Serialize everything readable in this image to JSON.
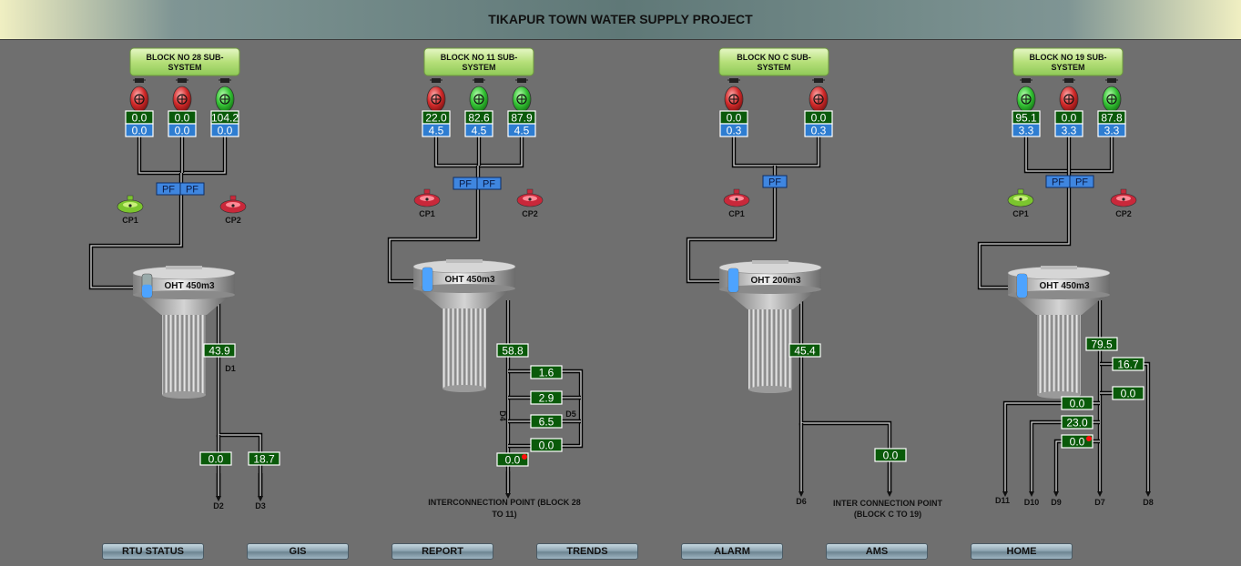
{
  "title": "TIKAPUR TOWN WATER SUPPLY PROJECT",
  "colors": {
    "run": "#35c335",
    "stop": "#d22a2a",
    "flow": "#0a5a0a",
    "pressure": "#2e7dd1",
    "pf": "#3f86e0"
  },
  "blocks": [
    {
      "label": "BLOCK NO 28 SUB-SYSTEM",
      "pumps": [
        {
          "status": "stop",
          "flow": "0.0",
          "pressure": "0.0"
        },
        {
          "status": "stop",
          "flow": "0.0",
          "pressure": "0.0"
        },
        {
          "status": "run",
          "flow": "104.2",
          "pressure": "0.0"
        }
      ],
      "pf": [
        "PF",
        "PF"
      ],
      "cps": [
        {
          "label": "CP1",
          "status": "run"
        },
        {
          "label": "CP2",
          "status": "stop"
        }
      ],
      "tank": {
        "label": "OHT 450m3",
        "level_pct": 55
      },
      "outlets": [
        {
          "value": "43.9",
          "label": "D1",
          "alarm": false
        },
        {
          "value": "0.0",
          "label": "D2",
          "alarm": false
        },
        {
          "value": "18.7",
          "label": "D3",
          "alarm": false
        }
      ]
    },
    {
      "label": "BLOCK NO 11 SUB-SYSTEM",
      "pumps": [
        {
          "status": "stop",
          "flow": "22.0",
          "pressure": "4.5"
        },
        {
          "status": "run",
          "flow": "82.6",
          "pressure": "4.5"
        },
        {
          "status": "run",
          "flow": "87.9",
          "pressure": "4.5"
        }
      ],
      "pf": [
        "PF",
        "PF"
      ],
      "cps": [
        {
          "label": "CP1",
          "status": "stop"
        },
        {
          "label": "CP2",
          "status": "stop"
        }
      ],
      "tank": {
        "label": "OHT 450m3",
        "level_pct": 100
      },
      "outlets": [
        {
          "value": "58.8",
          "label": "D4",
          "alarm": false
        },
        {
          "value": "1.6",
          "label": "",
          "alarm": false
        },
        {
          "value": "2.9",
          "label": "",
          "alarm": false
        },
        {
          "value": "6.5",
          "label": "D5",
          "alarm": false
        },
        {
          "value": "0.0",
          "label": "",
          "alarm": false
        },
        {
          "value": "0.0",
          "label": "INTERCONNECTION POINT (BLOCK 28 TO 11)",
          "alarm": true
        }
      ]
    },
    {
      "label": "BLOCK NO C SUB-SYSTEM",
      "pumps": [
        {
          "status": "stop",
          "flow": "0.0",
          "pressure": "0.3"
        },
        {
          "status": "stop",
          "flow": "0.0",
          "pressure": "0.3"
        }
      ],
      "pf": [
        "PF"
      ],
      "cps": [
        {
          "label": "CP1",
          "status": "stop"
        }
      ],
      "tank": {
        "label": "OHT 200m3",
        "level_pct": 100
      },
      "outlets": [
        {
          "value": "45.4",
          "label": "D6",
          "alarm": false
        },
        {
          "value": "0.0",
          "label": "INTER CONNECTION POINT (BLOCK C TO 19)",
          "alarm": false
        }
      ]
    },
    {
      "label": "BLOCK NO 19 SUB-SYSTEM",
      "pumps": [
        {
          "status": "run",
          "flow": "95.1",
          "pressure": "3.3"
        },
        {
          "status": "stop",
          "flow": "0.0",
          "pressure": "3.3"
        },
        {
          "status": "run",
          "flow": "87.8",
          "pressure": "3.3"
        }
      ],
      "pf": [
        "PF",
        "PF"
      ],
      "cps": [
        {
          "label": "CP1",
          "status": "run"
        },
        {
          "label": "CP2",
          "status": "stop"
        }
      ],
      "tank": {
        "label": "OHT 450m3",
        "level_pct": 100
      },
      "outlets": [
        {
          "value": "79.5",
          "label": "D7",
          "alarm": false
        },
        {
          "value": "16.7",
          "label": "D8",
          "alarm": false
        },
        {
          "value": "0.0",
          "label": "",
          "alarm": false
        },
        {
          "value": "0.0",
          "label": "D11",
          "alarm": false
        },
        {
          "value": "23.0",
          "label": "D10",
          "alarm": false
        },
        {
          "value": "0.0",
          "label": "D9",
          "alarm": true
        }
      ]
    }
  ],
  "nav": [
    "RTU STATUS",
    "GIS",
    "REPORT",
    "TRENDS",
    "ALARM",
    "AMS",
    "HOME"
  ]
}
